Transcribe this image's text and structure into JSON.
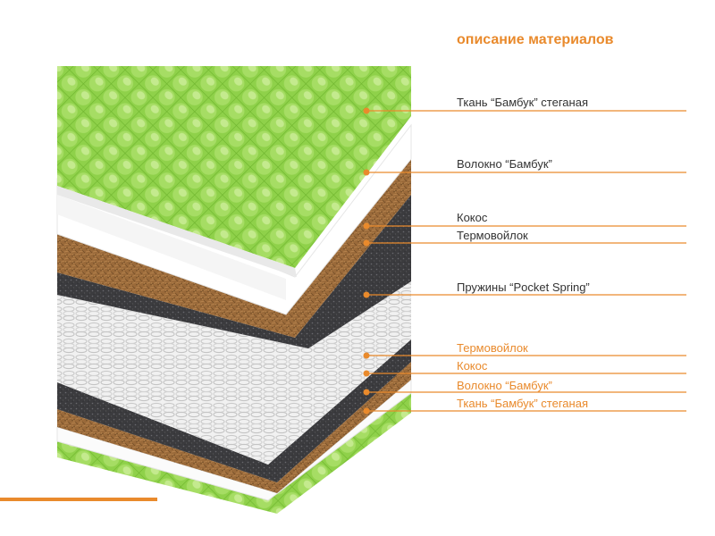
{
  "heading": "описание материалов",
  "colors": {
    "accent": "#e98a2c",
    "label_dark": "#333333"
  },
  "layers": [
    {
      "label": "Ткань “Бамбук” стеганая",
      "material": "quilted-bamboo-fabric",
      "color_key": "dark"
    },
    {
      "label": "Волокно “Бамбук”",
      "material": "bamboo-fiber",
      "color_key": "dark"
    },
    {
      "label": "Кокос",
      "material": "coconut-coir",
      "color_key": "dark"
    },
    {
      "label": "Термовойлок",
      "material": "thermal-felt",
      "color_key": "dark"
    },
    {
      "label": "Пружины “Pocket Spring”",
      "material": "pocket-springs",
      "color_key": "dark"
    },
    {
      "label": "Термовойлок",
      "material": "thermal-felt",
      "color_key": "accent"
    },
    {
      "label": "Кокос",
      "material": "coconut-coir",
      "color_key": "accent"
    },
    {
      "label": "Волокно “Бамбук”",
      "material": "bamboo-fiber",
      "color_key": "accent"
    },
    {
      "label": "Ткань “Бамбук” стеганая",
      "material": "quilted-bamboo-fabric",
      "color_key": "accent"
    }
  ]
}
